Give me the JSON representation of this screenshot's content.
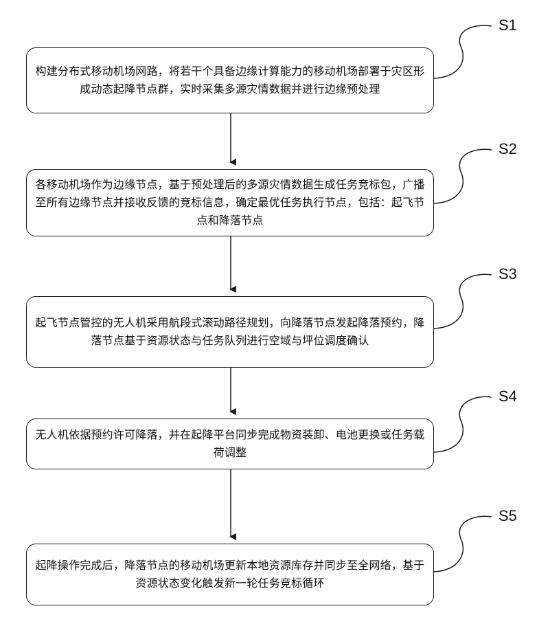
{
  "steps": [
    {
      "label": "S1",
      "text": "构建分布式移动机场网路，将若干个具备边缘计算能力的移动机场部署于灾区形成动态起降节点群，实时采集多源灾情数据并进行边缘预处理"
    },
    {
      "label": "S2",
      "text": "各移动机场作为边缘节点，基于预处理后的多源灾情数据生成任务竞标包，广播至所有边缘节点并接收反馈的竞标信息，确定最优任务执行节点，包括：起飞节点和降落节点"
    },
    {
      "label": "S3",
      "text": "起飞节点管控的无人机采用航段式滚动路径规划，向降落节点发起降落预约，降落节点基于资源状态与任务队列进行空域与坪位调度确认"
    },
    {
      "label": "S4",
      "text": "无人机依据预约许可降落，并在起降平台同步完成物资装卸、电池更换或任务载荷调整"
    },
    {
      "label": "S5",
      "text": "起降操作完成后，降落节点的移动机场更新本地资源库存并同步至全网络，基于资源状态变化触发新一轮任务竞标循环"
    }
  ]
}
